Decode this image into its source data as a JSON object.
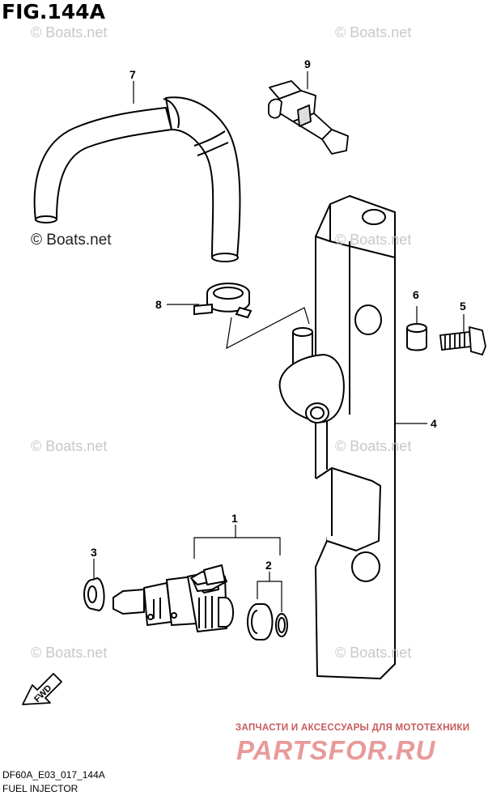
{
  "figure": {
    "title": "FIG.144A",
    "code": "DF60A_E03_017_144A",
    "name": "FUEL INJECTOR"
  },
  "watermarks": {
    "light": "© Boats.net",
    "dark": "© Boats.net"
  },
  "callouts": [
    "1",
    "2",
    "3",
    "4",
    "5",
    "6",
    "7",
    "8",
    "9"
  ],
  "fwd_label": "FWD",
  "promo": {
    "tagline": "ЗАПЧАСТИ И АКСЕССУАРЫ ДЛЯ МОТОТЕХНИКИ",
    "logo": "PARTSFOR.RU"
  }
}
